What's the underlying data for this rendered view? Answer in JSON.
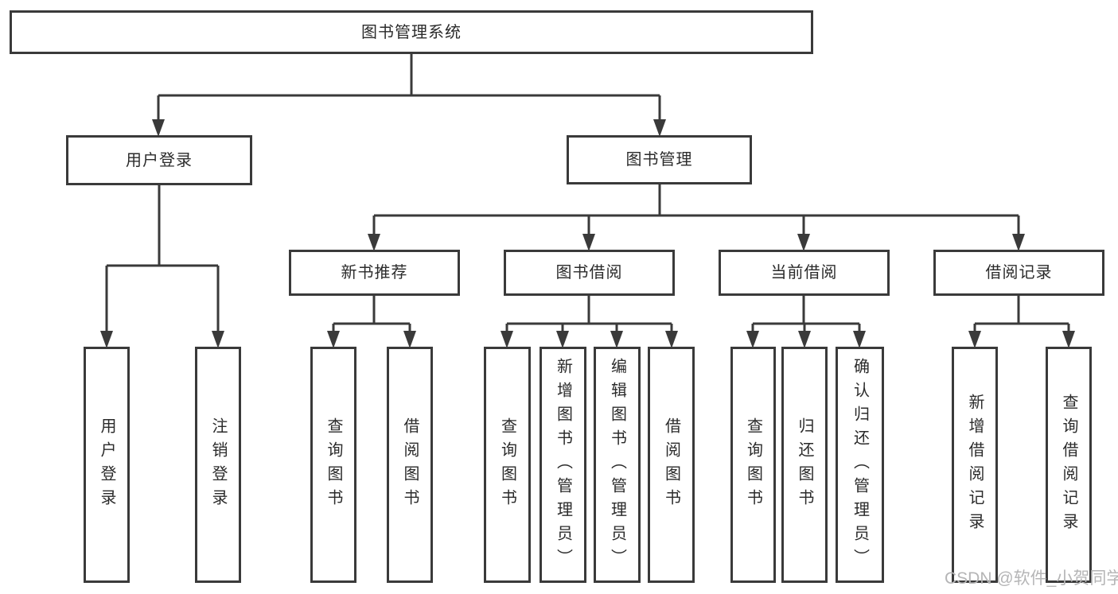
{
  "diagram": {
    "root": {
      "label": "图书管理系统"
    },
    "branches": [
      {
        "label": "用户登录",
        "leaves": [
          {
            "label": "用户登录"
          },
          {
            "label": "注销登录"
          }
        ]
      },
      {
        "label": "图书管理",
        "groups": [
          {
            "label": "新书推荐",
            "leaves": [
              {
                "label": "查询图书"
              },
              {
                "label": "借阅图书"
              }
            ]
          },
          {
            "label": "图书借阅",
            "leaves": [
              {
                "label": "查询图书"
              },
              {
                "label": "新增图书（管理员）"
              },
              {
                "label": "编辑图书（管理员）"
              },
              {
                "label": "借阅图书"
              }
            ]
          },
          {
            "label": "当前借阅",
            "leaves": [
              {
                "label": "查询图书"
              },
              {
                "label": "归还图书"
              },
              {
                "label": "确认归还（管理员）"
              }
            ]
          },
          {
            "label": "借阅记录",
            "leaves": [
              {
                "label": "新增借阅记录"
              },
              {
                "label": "查询借阅记录"
              }
            ]
          }
        ]
      }
    ]
  },
  "watermark": {
    "label": "CSDN @软件_小贺同学"
  },
  "colors": {
    "line": "#3a3a3a",
    "text": "#2b2b2b",
    "watermark": "#b5b5b6",
    "background": "#ffffff"
  }
}
